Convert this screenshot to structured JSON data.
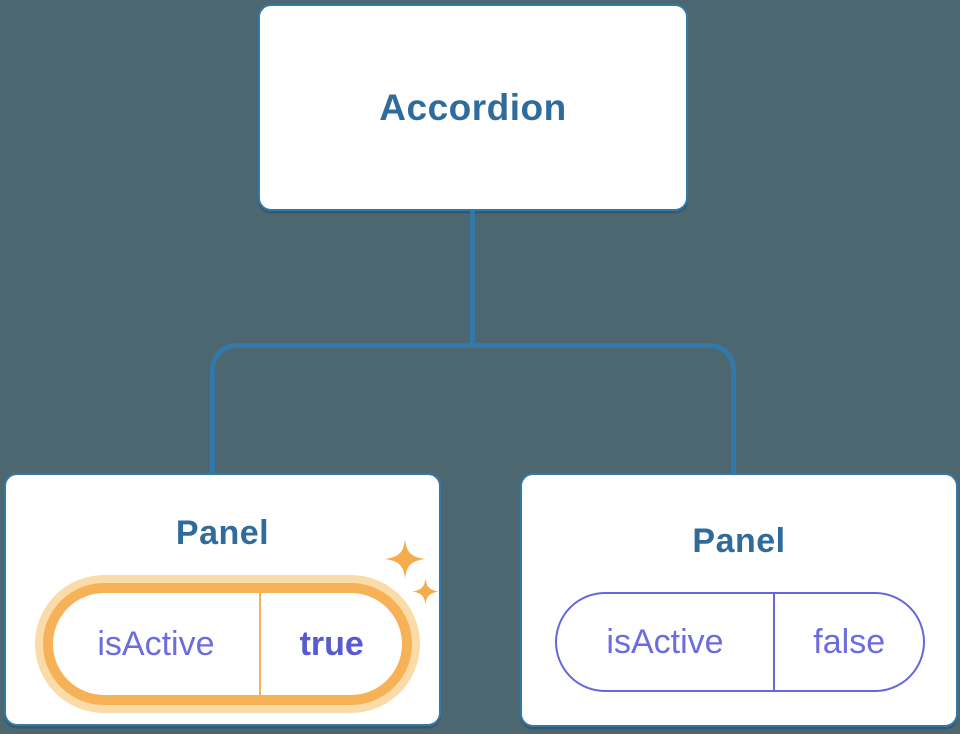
{
  "root_node": {
    "label": "Accordion"
  },
  "panels": [
    {
      "label": "Panel",
      "prop": {
        "key": "isActive",
        "value": "true"
      },
      "highlighted": true,
      "sparkles": true
    },
    {
      "label": "Panel",
      "prop": {
        "key": "isActive",
        "value": "false"
      },
      "highlighted": false,
      "sparkles": false
    }
  ],
  "colors": {
    "background": "#4D6771",
    "connector_blue": "#3379A8",
    "node_border_blue": "#3379A8",
    "node_text_blue": "#2F6C9B",
    "node_fill": "#FFFFFF",
    "prop_key_purple": "#6B6CDD",
    "prop_value_purple_bold": "#575AD0",
    "plain_pill_border_purple": "#6668D8",
    "highlight_border_orange": "#F7B156",
    "highlight_halo_orange": "#FBDBA7",
    "highlight_divider_orange": "#F3B162",
    "sparkle_orange": "#F5AC4C"
  }
}
